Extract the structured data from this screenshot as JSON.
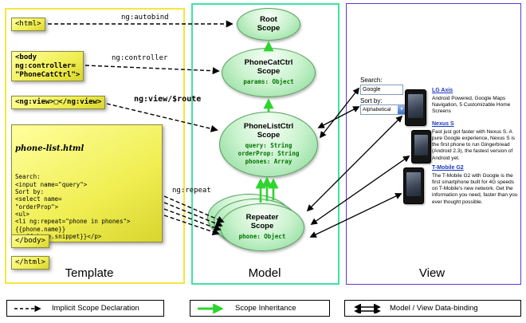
{
  "template": {
    "label": "Template",
    "html_open": "<html>",
    "body_open": "<body\nng:controller=\n\"PhoneCatCtrl\">",
    "ng_view": "<ng:view>□</ng:view>",
    "note_title": "phone-list.html",
    "note_code": "Search:\n<input name=\"query\">\nSort by:\n<select name=\n\"orderProp\">\n<ul>\n<li ng:repeat=\"phone in phones\">\n{{phone.name}}\n<p>{{phone.snippet}}</p>\n</li>...",
    "body_close": "</body>",
    "html_close": "</html>"
  },
  "model": {
    "label": "Model",
    "scopes": {
      "root": {
        "title": "Root\nScope"
      },
      "phonecat": {
        "title": "PhoneCatCtrl\nScope",
        "props": "params: Object"
      },
      "phonelist": {
        "title": "PhoneListCtrl\nScope",
        "props": "query: String\norderProp: String\nphones: Array"
      },
      "repeater": {
        "title": "Repeater\nScope",
        "props": "phone: Object"
      }
    }
  },
  "arrows": {
    "autobind": "ng:autobind",
    "controller": "ng:controller",
    "view_route": "ng:view/$route",
    "repeat": "ng:repeat"
  },
  "view": {
    "label": "View",
    "search_label": "Search:",
    "search_value": "Google",
    "sort_label": "Sort by:",
    "sort_value": "Alphabetical",
    "phones": [
      {
        "name": "LG Axis",
        "description": "Android Powered, Google Maps Navigation, 5 Customizable Home Screens"
      },
      {
        "name": "Nexus S",
        "description": "Fast just got faster with Nexus S. A pure Google experience, Nexus S is the first phone to run Gingerbread (Android 2.3), the fastest version of Android yet."
      },
      {
        "name": "T-Mobile G2",
        "description": "The T-Mobile G2 with Google is the first smartphone built for 4G speeds on T-Mobile's new network. Get the information you need, faster than you ever thought possible."
      }
    ]
  },
  "legend": {
    "implicit": "Implicit Scope Declaration",
    "inheritance": "Scope Inheritance",
    "databinding": "Model / View Data-binding"
  },
  "colors": {
    "template_border": "#f2e73e",
    "model_border": "#3fe3a2",
    "view_border": "#5b3bd6",
    "scope_green": "#86d996",
    "inheritance_green": "#2fd42f",
    "note_yellow": "#f0ee52",
    "link_blue": "#1c39bb"
  }
}
